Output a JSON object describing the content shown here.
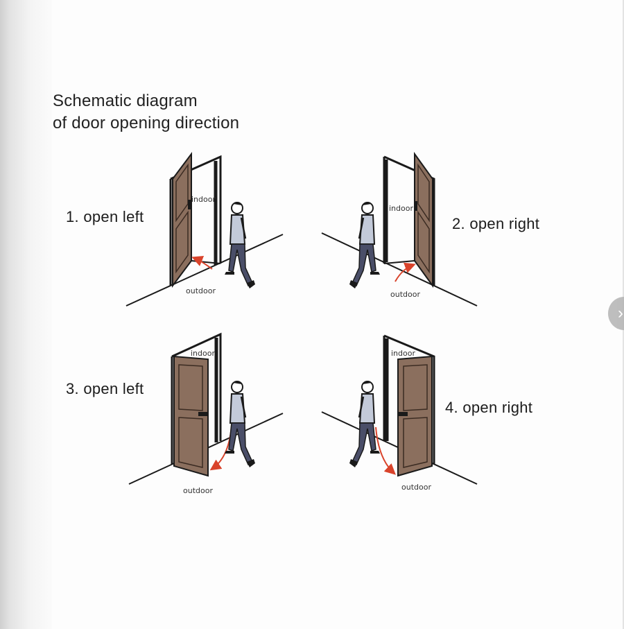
{
  "title": {
    "line1": "Schematic diagram",
    "line2": "of door opening direction"
  },
  "panels": [
    {
      "label": "1. open left",
      "indoor": "indoor",
      "outdoor": "outdoor"
    },
    {
      "label": "2. open right",
      "indoor": "indoor",
      "outdoor": "outdoor"
    },
    {
      "label": "3. open left",
      "indoor": "indoor",
      "outdoor": "outdoor"
    },
    {
      "label": "4. open right",
      "indoor": "indoor",
      "outdoor": "outdoor"
    }
  ],
  "colors": {
    "door": "#8b6f5e",
    "door_inner": "#a8907f",
    "arrow": "#d9432b",
    "shirt": "#c3cad9",
    "pants": "#4a4e68",
    "outline": "#1a1a1a"
  },
  "nav": {
    "icon": "chevron-right-icon"
  }
}
